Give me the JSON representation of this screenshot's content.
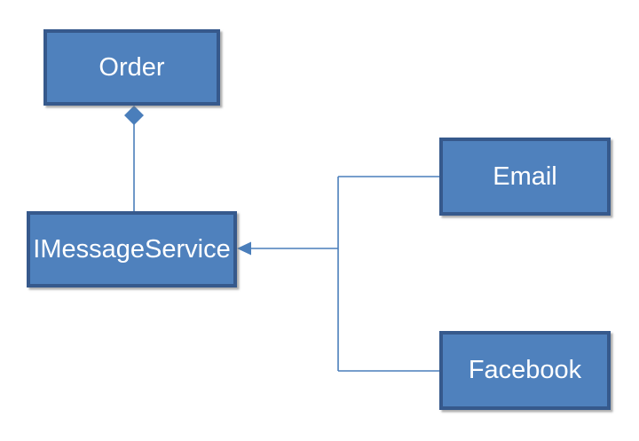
{
  "diagram": {
    "type": "uml-class-diagram",
    "nodes": [
      {
        "id": "order",
        "label": "Order"
      },
      {
        "id": "imessageservice",
        "label": "IMessageService"
      },
      {
        "id": "email",
        "label": "Email"
      },
      {
        "id": "facebook",
        "label": "Facebook"
      }
    ],
    "edges": [
      {
        "from": "IMessageService",
        "to": "Order",
        "type": "composition",
        "marker": "filled-diamond-at-order"
      },
      {
        "from": "Email",
        "to": "IMessageService",
        "type": "directed",
        "marker": "filled-arrow-at-imessageservice"
      },
      {
        "from": "Facebook",
        "to": "IMessageService",
        "type": "directed",
        "marker": "filled-arrow-at-imessageservice"
      }
    ],
    "colors": {
      "node_fill": "#4F81BD",
      "node_border": "#36598C",
      "connector": "#4A7EBB",
      "text": "#FFFFFF",
      "background": "#FFFFFF"
    }
  }
}
